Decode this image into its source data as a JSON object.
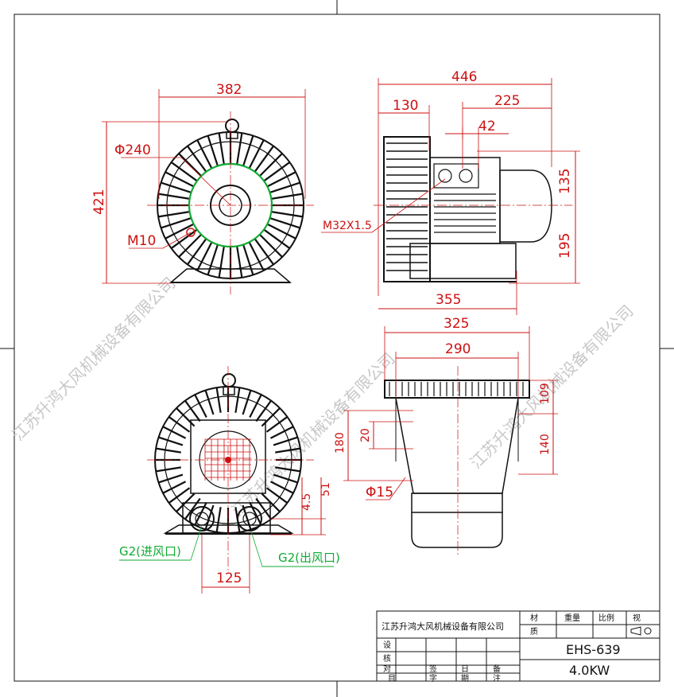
{
  "dimensions": {
    "front_width": "382",
    "front_diameter": "Φ240",
    "front_height": "421",
    "front_bolt": "M10",
    "side_total": "446",
    "side_130": "130",
    "side_225": "225",
    "side_42": "42",
    "side_135": "135",
    "side_195": "195",
    "side_355": "355",
    "side_thread": "M32X1.5",
    "bottom_325": "325",
    "bottom_290": "290",
    "bottom_109": "109",
    "bottom_140": "140",
    "bottom_180": "180",
    "bottom_20": "20",
    "bottom_hole": "Φ15",
    "rear_45": "4.5",
    "rear_51": "51",
    "rear_125": "125"
  },
  "ports": {
    "inlet": "G2(进风口)",
    "outlet": "G2(出风口)"
  },
  "watermark": {
    "text_left": "江苏升鸿大风机械设备有限公司",
    "text_mid": "江苏升鸿大风机械设备有限公司",
    "text_right": "江苏升鸿大风机械设备有限公司"
  },
  "title_block": {
    "company": "江苏升鸿大风机械设备有限公司",
    "material_label": "材",
    "material_label2": "质",
    "weight_label": "重量",
    "ratio_label": "比例",
    "view_label": "视",
    "design_label": "设",
    "check_label": "核",
    "row3_label": "对",
    "sign_label": "签",
    "date_label": "日",
    "note_label": "备",
    "mu": "目",
    "zi": "字",
    "qi": "期",
    "zhu": "注",
    "model": "EHS-639",
    "power": "4.0KW"
  },
  "colors": {
    "dimension": "#cc1111",
    "outline": "#111111",
    "highlight": "#11aa33",
    "watermark": "#c8c8c8"
  }
}
